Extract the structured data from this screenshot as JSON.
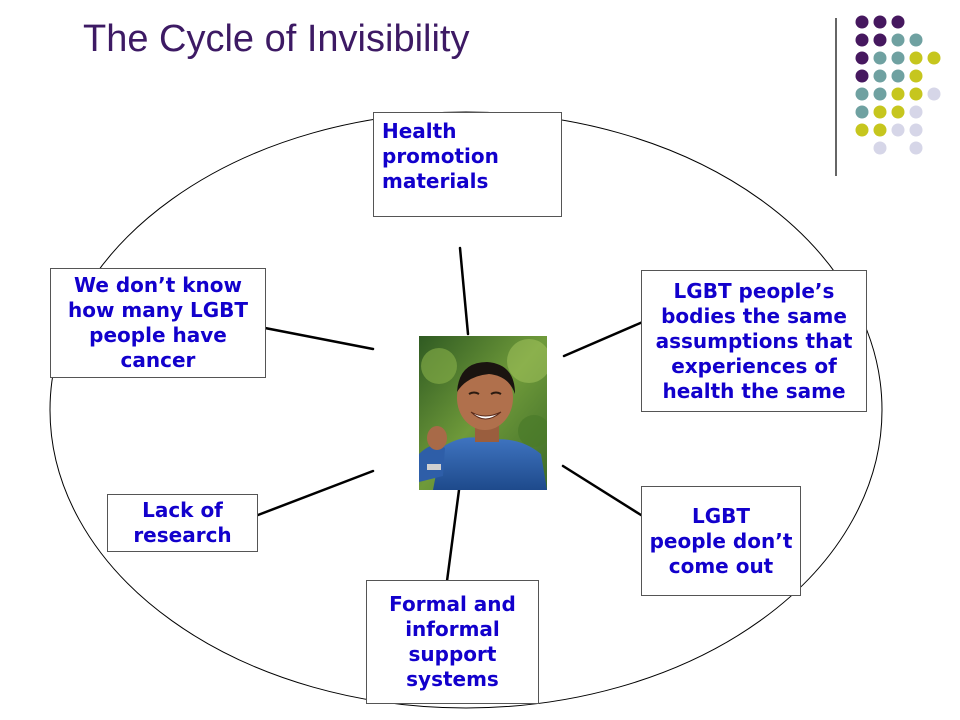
{
  "slide": {
    "title": "The Cycle of Invisibility"
  },
  "colors": {
    "title": "#3d1a64",
    "box_text": "#1200cc",
    "dot_purple": "#46185f",
    "dot_teal": "#6fa1a1",
    "dot_yellow": "#c6c61e",
    "dot_lavender": "#d6d6e8"
  },
  "diagram": {
    "nodes": [
      {
        "id": "health-promotion",
        "label": "Health\npromotion\nmaterials"
      },
      {
        "id": "bodies-same",
        "label": "LGBT people’s\nbodies the same\nassumptions that\nexperiences of\nhealth the same"
      },
      {
        "id": "dont-come-out",
        "label": "LGBT\npeople don’t\ncome out"
      },
      {
        "id": "support-systems",
        "label": "Formal and\ninformal\nsupport\nsystems"
      },
      {
        "id": "lack-research",
        "label": "Lack of\nresearch"
      },
      {
        "id": "dont-know",
        "label": "We don’t know\nhow many LGBT\npeople have\ncancer"
      }
    ],
    "center_image": "photo-of-smiling-person",
    "decoration_icon": "dot-grid-icon"
  }
}
